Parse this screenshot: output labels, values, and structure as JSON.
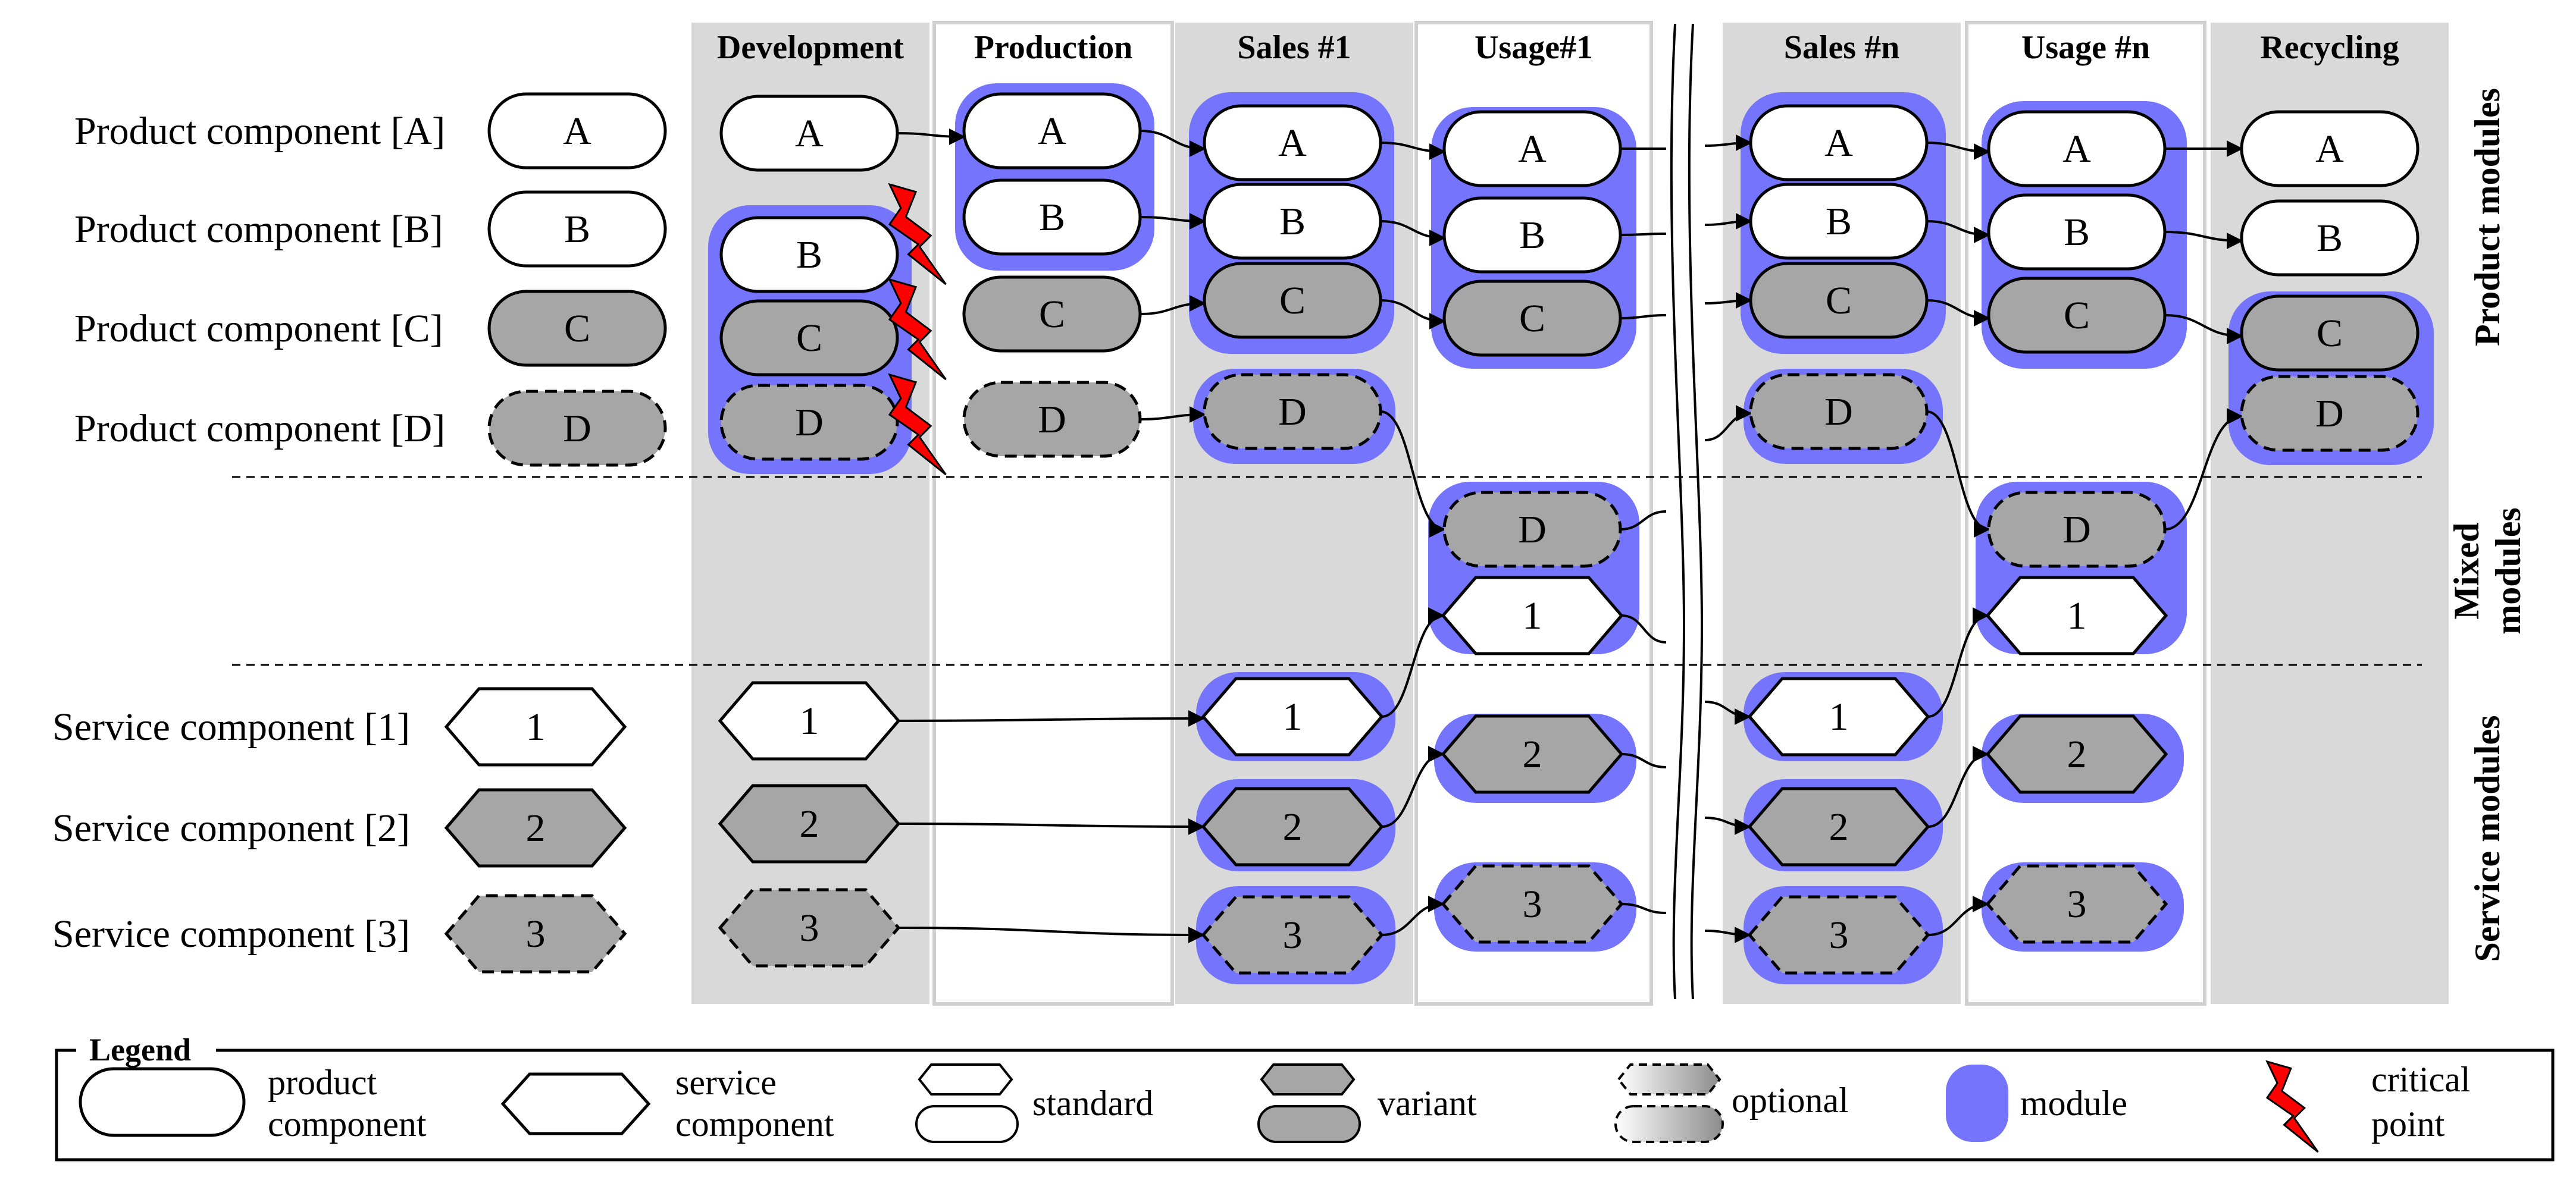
{
  "columns": [
    "Development",
    "Production",
    "Sales #1",
    "Usage#1",
    "Sales #n",
    "Usage #n",
    "Recycling"
  ],
  "product_components": [
    {
      "label": "Product component [A]",
      "id": "A",
      "kind": "standard"
    },
    {
      "label": "Product component [B]",
      "id": "B",
      "kind": "standard"
    },
    {
      "label": "Product component [C]",
      "id": "C",
      "kind": "variant"
    },
    {
      "label": "Product component [D]",
      "id": "D",
      "kind": "optional"
    }
  ],
  "service_components": [
    {
      "label": "Service component [1]",
      "id": "1",
      "kind": "standard"
    },
    {
      "label": "Service component [2]",
      "id": "2",
      "kind": "variant"
    },
    {
      "label": "Service component [3]",
      "id": "3",
      "kind": "optional"
    }
  ],
  "section_labels": {
    "product": "Product modules",
    "mixed_line1": "Mixed",
    "mixed_line2": "modules",
    "service": "Service modules"
  },
  "legend": {
    "title": "Legend",
    "product_component": [
      "product",
      "component"
    ],
    "service_component": [
      "service",
      "component"
    ],
    "standard": "standard",
    "variant": "variant",
    "optional": "optional",
    "module": "module",
    "critical_point": [
      "critical",
      "point"
    ]
  },
  "colors": {
    "module": "#7474fc",
    "column_gray": "#d9d9d9",
    "variant_fill": "#a6a6a6",
    "standard_fill": "#ffffff",
    "critical": "#ff0000"
  },
  "icons": {
    "critical_point": "lightning-bolt-icon"
  }
}
